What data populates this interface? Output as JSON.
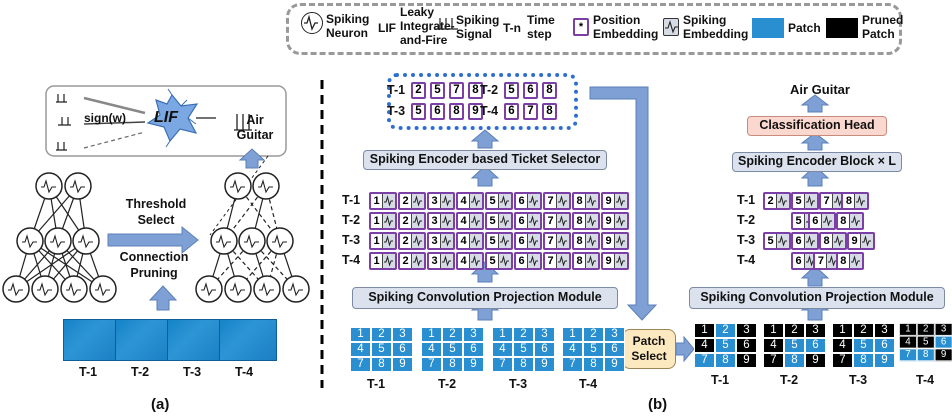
{
  "legend": {
    "spiking_neuron": "Spiking Neuron",
    "lif_abbr": "LIF",
    "lif_full": "Leaky Integrate-and-Fire",
    "spiking_signal": "Spiking Signal",
    "tn_abbr": "T-n",
    "tn_full": "Time step",
    "pos_symbol": "*",
    "position_embedding": "Position Embedding",
    "spiking_embedding": "Spiking Embedding",
    "patch": "Patch",
    "pruned_patch": "Pruned Patch"
  },
  "panel_a": {
    "lif_label": "LIF",
    "sign_label": "sign(w)",
    "output_label": "Air Guitar",
    "threshold_select": "Threshold Select",
    "connection_pruning": "Connection Pruning",
    "time_steps": [
      "T-1",
      "T-2",
      "T-3",
      "T-4"
    ],
    "caption": "(a)"
  },
  "panel_b": {
    "ticket_selector": "Spiking Encoder based Ticket Selector",
    "projection_module": "Spiking Convolution Projection Module",
    "patch_select": "Patch Select",
    "classification_head": "Classification Head",
    "encoder_block": "Spiking Encoder Block × L",
    "output_label": "Air Guitar",
    "time_steps": [
      "T-1",
      "T-2",
      "T-3",
      "T-4"
    ],
    "selected_tokens": [
      {
        "label": "T-1",
        "tokens": [
          "2",
          "5",
          "7",
          "8"
        ]
      },
      {
        "label": "T-2",
        "tokens": [
          "5",
          "6",
          "8"
        ]
      },
      {
        "label": "T-3",
        "tokens": [
          "5",
          "6",
          "8",
          "9"
        ]
      },
      {
        "label": "T-4",
        "tokens": [
          "6",
          "7",
          "8"
        ]
      }
    ],
    "token_rows": [
      {
        "label": "T-1",
        "tokens": [
          "1",
          "2",
          "3",
          "4",
          "5",
          "6",
          "7",
          "8",
          "9"
        ]
      },
      {
        "label": "T-2",
        "tokens": [
          "1",
          "2",
          "3",
          "4",
          "5",
          "6",
          "7",
          "8",
          "9"
        ]
      },
      {
        "label": "T-3",
        "tokens": [
          "1",
          "2",
          "3",
          "4",
          "5",
          "6",
          "7",
          "8",
          "9"
        ]
      },
      {
        "label": "T-4",
        "tokens": [
          "1",
          "2",
          "3",
          "4",
          "5",
          "6",
          "7",
          "8",
          "9"
        ]
      }
    ],
    "pruned_rows": [
      {
        "label": "T-1",
        "tokens": [
          "2",
          "5",
          "7",
          "8"
        ]
      },
      {
        "label": "T-2",
        "tokens": [
          "5",
          "6",
          "8"
        ]
      },
      {
        "label": "T-3",
        "tokens": [
          "5",
          "6",
          "8",
          "9"
        ]
      },
      {
        "label": "T-4",
        "tokens": [
          "6",
          "7",
          "8"
        ]
      }
    ],
    "grid_numbers": [
      "1",
      "2",
      "3",
      "4",
      "5",
      "6",
      "7",
      "8",
      "9"
    ],
    "kept_patches": [
      [
        "2",
        "5",
        "7",
        "8"
      ],
      [
        "5",
        "6",
        "8"
      ],
      [
        "5",
        "6",
        "8",
        "9"
      ],
      [
        "6",
        "7",
        "8"
      ]
    ],
    "caption": "(b)"
  },
  "colors": {
    "patch": "#2a8fd0",
    "pruned": "#000000",
    "position_border": "#7b3fa6",
    "module": "#dbe2ee",
    "head": "#fbd8cf",
    "patch_select": "#fde9bf",
    "arrow": "#7fa0d4"
  }
}
